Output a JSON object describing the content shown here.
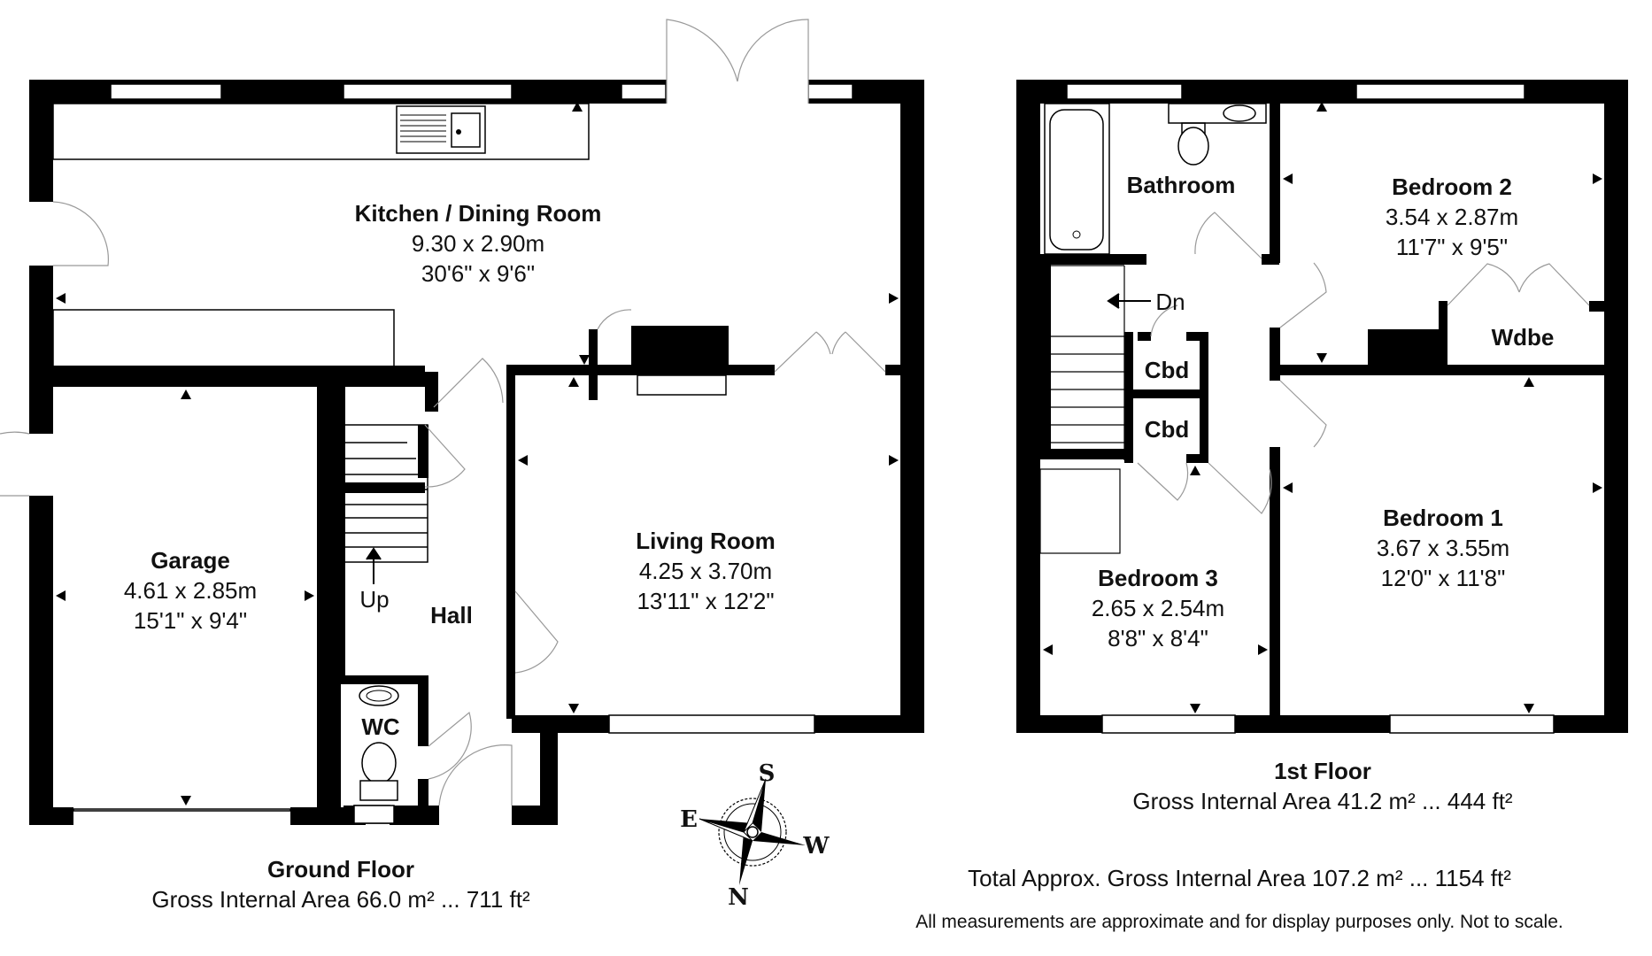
{
  "rooms": {
    "kitchen": {
      "name": "Kitchen / Dining Room",
      "metric": "9.30 x 2.90m",
      "imperial": "30'6\" x 9'6\""
    },
    "living": {
      "name": "Living Room",
      "metric": "4.25 x 3.70m",
      "imperial": "13'11\" x 12'2\""
    },
    "garage": {
      "name": "Garage",
      "metric": "4.61 x 2.85m",
      "imperial": "15'1\" x 9'4\""
    },
    "hall": {
      "name": "Hall"
    },
    "wc": {
      "name": "WC"
    },
    "up": {
      "name": "Up"
    },
    "bathroom": {
      "name": "Bathroom"
    },
    "bedroom2": {
      "name": "Bedroom 2",
      "metric": "3.54 x 2.87m",
      "imperial": "11'7\" x 9'5\""
    },
    "bedroom1": {
      "name": "Bedroom 1",
      "metric": "3.67 x 3.55m",
      "imperial": "12'0\" x 11'8\""
    },
    "bedroom3": {
      "name": "Bedroom 3",
      "metric": "2.65 x 2.54m",
      "imperial": "8'8\" x 8'4\""
    },
    "wdbe": {
      "name": "Wdbe"
    },
    "cbd1": {
      "name": "Cbd"
    },
    "cbd2": {
      "name": "Cbd"
    },
    "dn": {
      "name": "Dn"
    }
  },
  "floors": {
    "ground": {
      "title": "Ground Floor",
      "area": "Gross Internal Area 66.0 m² ... 711 ft²"
    },
    "first": {
      "title": "1st Floor",
      "area": "Gross Internal Area 41.2 m² ... 444 ft²"
    }
  },
  "total_area": "Total Approx. Gross Internal Area 107.2 m² ... 1154 ft²",
  "disclaimer": "All measurements are approximate and for display purposes only. Not to scale.",
  "compass": {
    "n": "N",
    "s": "S",
    "e": "E",
    "w": "W"
  }
}
